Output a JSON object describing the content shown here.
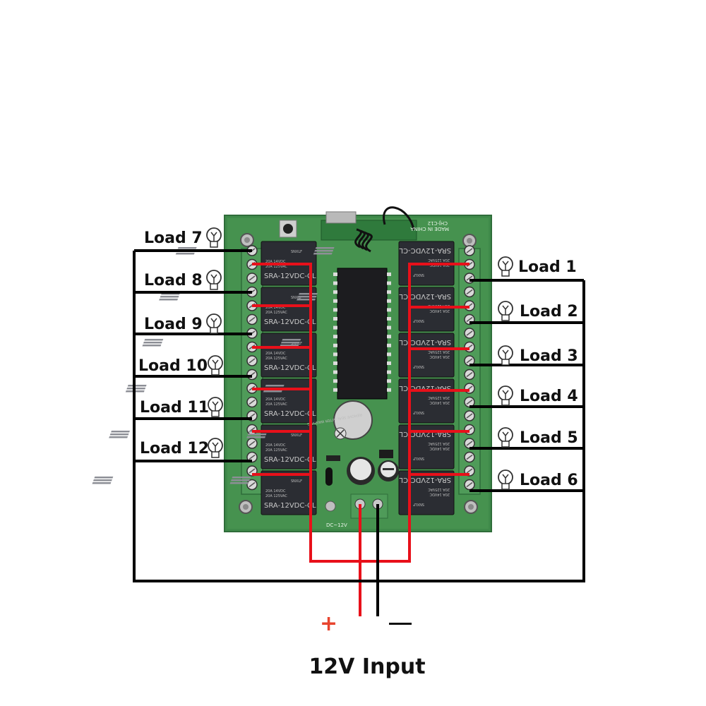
{
  "diagram": {
    "title": "12V Input",
    "polarity": {
      "plus": "+",
      "minus": "—"
    },
    "board": {
      "model_silk": "CHJ-C12",
      "origin_silk": "MADE IN CHINA",
      "power_silk": "DC~12V",
      "relay_model": "SRA-12VDC-CL",
      "relay_brand": "SNXLF",
      "relay_rating_1": "20A 14VDC",
      "relay_rating_2": "20A 125VAC",
      "buzzer_text": "REMOVE SEAL AFTER WASHING",
      "relay_count": 12
    },
    "loads_right": [
      {
        "label": "Load 1"
      },
      {
        "label": "Load 2"
      },
      {
        "label": "Load 3"
      },
      {
        "label": "Load 4"
      },
      {
        "label": "Load 5"
      },
      {
        "label": "Load 6"
      }
    ],
    "loads_left": [
      {
        "label": "Load 7"
      },
      {
        "label": "Load 8"
      },
      {
        "label": "Load 9"
      },
      {
        "label": "Load 10"
      },
      {
        "label": "Load 11"
      },
      {
        "label": "Load 12"
      }
    ],
    "colors": {
      "positive_wire": "#e8101a",
      "negative_wire": "#000000",
      "pcb": "#3f8a4a",
      "terminal_block": "#4f9b59",
      "relay": "#2b2d33",
      "plus_sign": "#e8442e"
    },
    "icons": {
      "load": "lightbulb-icon"
    }
  }
}
